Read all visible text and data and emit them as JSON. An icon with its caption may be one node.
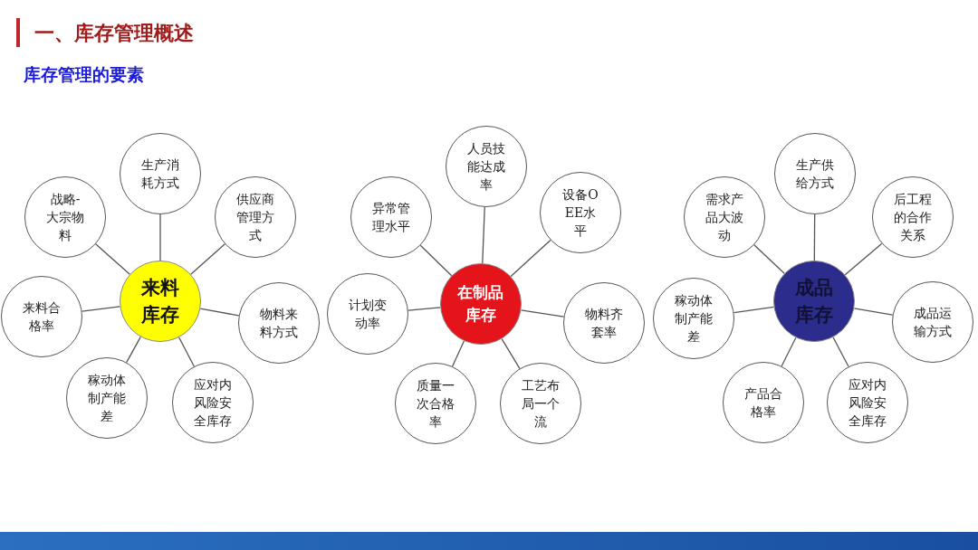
{
  "diagram": {
    "title": "一、库存管理概述",
    "nodes": [
      {
        "text": [
          "来料库存"
        ]
      },
      {
        "text": [
          "生产消耗方式"
        ]
      },
      {
        "text": [
          "供应商管理方式"
        ]
      },
      {
        "text": [
          "物料来料方式"
        ]
      },
      {
        "text": [
          "应对内风险安全库存"
        ]
      },
      {
        "text": [
          "稼动体制产能差"
        ]
      },
      {
        "text": [
          "来料合格率"
        ]
      },
      {
        "text": [
          "战略-大宗物料"
        ]
      },
      {
        "text": [
          "在制品库存"
        ]
      },
      {
        "text": [
          "人员技能达成率"
        ]
      },
      {
        "text": [
          "设备OEE水平"
        ]
      },
      {
        "text": [
          "物料齐套率"
        ]
      },
      {
        "text": [
          "工艺布局一个流"
        ]
      },
      {
        "text": [
          "质量一次合格率"
        ]
      },
      {
        "text": [
          "计划变动率"
        ]
      },
      {
        "text": [
          "异常管理水平"
        ]
      },
      {
        "text": [
          "成品库存"
        ]
      },
      {
        "text": [
          "生产供给方式"
        ]
      },
      {
        "text": [
          "后工程的合作关系"
        ]
      },
      {
        "text": [
          "成品运输方式"
        ]
      },
      {
        "text": [
          "应对内风险安全库存"
        ]
      },
      {
        "text": [
          "产品合格率"
        ]
      },
      {
        "text": [
          "稼动体制产能差"
        ]
      },
      {
        "text": [
          "需求产品大波动"
        ]
      }
    ],
    "edges": [
      {
        "from": 0,
        "to": 1,
        "arrow": "none"
      },
      {
        "from": 0,
        "to": 2,
        "arrow": "none"
      },
      {
        "from": 0,
        "to": 3,
        "arrow": "none"
      },
      {
        "from": 0,
        "to": 4,
        "arrow": "none"
      },
      {
        "from": 0,
        "to": 5,
        "arrow": "none"
      },
      {
        "from": 0,
        "to": 6,
        "arrow": "none"
      },
      {
        "from": 0,
        "to": 7,
        "arrow": "none"
      },
      {
        "from": 8,
        "to": 9,
        "arrow": "none"
      },
      {
        "from": 8,
        "to": 10,
        "arrow": "none"
      },
      {
        "from": 8,
        "to": 11,
        "arrow": "none"
      },
      {
        "from": 8,
        "to": 12,
        "arrow": "none"
      },
      {
        "from": 8,
        "to": 13,
        "arrow": "none"
      },
      {
        "from": 8,
        "to": 14,
        "arrow": "none"
      },
      {
        "from": 8,
        "to": 15,
        "arrow": "none"
      },
      {
        "from": 16,
        "to": 17,
        "arrow": "none"
      },
      {
        "from": 16,
        "to": 18,
        "arrow": "none"
      },
      {
        "from": 16,
        "to": 19,
        "arrow": "none"
      },
      {
        "from": 16,
        "to": 20,
        "arrow": "none"
      },
      {
        "from": 16,
        "to": 21,
        "arrow": "none"
      },
      {
        "from": 16,
        "to": 22,
        "arrow": "none"
      },
      {
        "from": 16,
        "to": 23,
        "arrow": "none"
      }
    ],
    "labels": [
      "库存管理的要素"
    ]
  }
}
